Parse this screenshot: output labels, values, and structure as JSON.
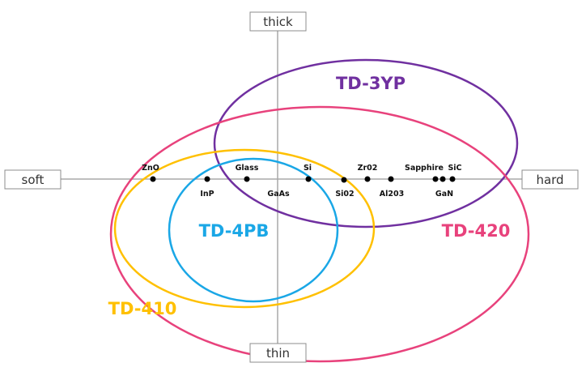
{
  "axes": {
    "top": "thick",
    "bottom": "thin",
    "left": "soft",
    "right": "hard"
  },
  "colors": {
    "axis_line": "#a8a8a8",
    "box_border": "#8c8c8c",
    "td3yp": "#7030a0",
    "td420": "#e8427c",
    "td410": "#ffc000",
    "td4pb": "#1aa7e6"
  },
  "products": [
    {
      "name": "TD-3YP",
      "color": "#7030a0"
    },
    {
      "name": "TD-420",
      "color": "#e8427c"
    },
    {
      "name": "TD-410",
      "color": "#ffc000"
    },
    {
      "name": "TD-4PB",
      "color": "#1aa7e6"
    }
  ],
  "materials": [
    {
      "name": "ZnO"
    },
    {
      "name": "InP"
    },
    {
      "name": "Glass"
    },
    {
      "name": "GaAs"
    },
    {
      "name": "Si"
    },
    {
      "name": "Si02"
    },
    {
      "name": "Zr02"
    },
    {
      "name": "Al203"
    },
    {
      "name": "Sapphire"
    },
    {
      "name": "GaN"
    },
    {
      "name": "SiC"
    }
  ]
}
